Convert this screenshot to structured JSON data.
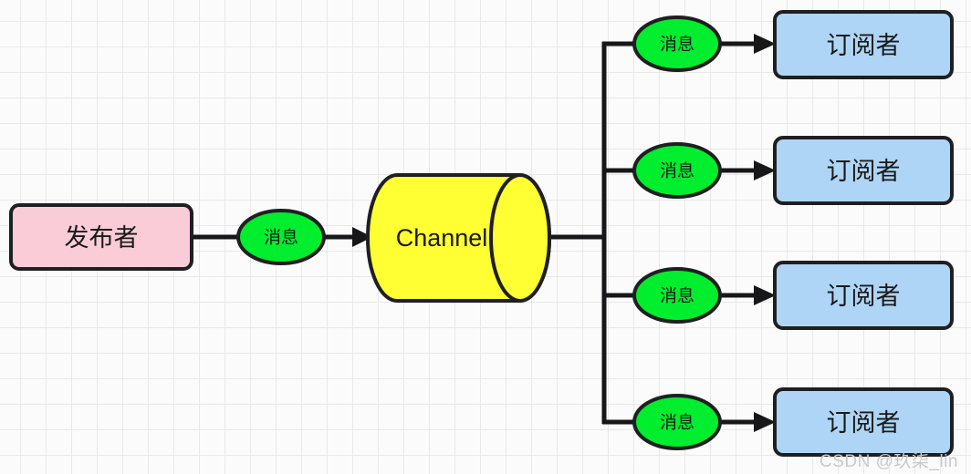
{
  "diagram": {
    "title": "Publish-Subscribe Channel Diagram",
    "background": {
      "color": "#fbfbfb",
      "grid_color": "#e9e9e9",
      "grid_size": 28
    },
    "colors": {
      "publisher_fill": "#f9ccd7",
      "channel_fill": "#ffff33",
      "message_fill": "#00ee2e",
      "subscriber_fill": "#aed5f5",
      "stroke": "#1f1f22",
      "connector": "#17171a",
      "text": "#1a1a1a",
      "watermark": "#c9c9c9"
    },
    "publisher": {
      "label": "发布者",
      "shape": "rounded-rectangle"
    },
    "channel": {
      "label": "Channel",
      "shape": "cylinder"
    },
    "publisher_message": {
      "label": "消息",
      "shape": "ellipse"
    },
    "branches": [
      {
        "message_label": "消息",
        "subscriber_label": "订阅者",
        "row": 1
      },
      {
        "message_label": "消息",
        "subscriber_label": "订阅者",
        "row": 2
      },
      {
        "message_label": "消息",
        "subscriber_label": "订阅者",
        "row": 3
      },
      {
        "message_label": "消息",
        "subscriber_label": "订阅者",
        "row": 4
      }
    ]
  },
  "watermark": {
    "text": "CSDN @玖柒_lin"
  }
}
